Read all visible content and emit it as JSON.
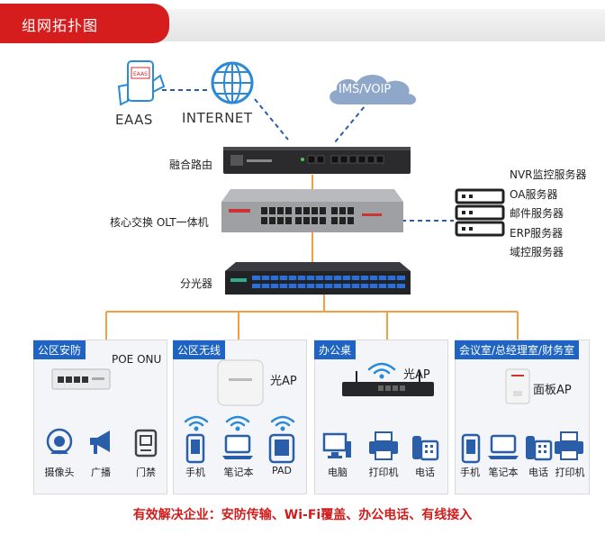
{
  "title": "组网拓扑图",
  "top": {
    "eaas_label": "EAAS",
    "eaas_phone_text": "EAAS",
    "internet_label": "INTERNET",
    "cloud_label": "IMS/VOIP"
  },
  "devices": {
    "router_label": "融合路由",
    "core_label": "核心交换 OLT一体机",
    "splitter_label": "分光器"
  },
  "servers": [
    "NVR监控服务器",
    "OA服务器",
    "邮件服务器",
    "ERP服务器",
    "域控服务器"
  ],
  "zones": [
    {
      "tag": "公区安防",
      "device": "POE ONU",
      "items": [
        "摄像头",
        "广播",
        "门禁"
      ]
    },
    {
      "tag": "公区无线",
      "device": "光AP",
      "items": [
        "手机",
        "笔记本",
        "PAD"
      ]
    },
    {
      "tag": "办公桌",
      "device": "光AP",
      "items": [
        "电脑",
        "打印机",
        "电话"
      ]
    },
    {
      "tag": "会议室/总经理室/财务室",
      "device": "面板AP",
      "items": [
        "手机",
        "笔记本",
        "电话",
        "打印机"
      ]
    }
  ],
  "footer": "有效解决企业：安防传输、Wi-Fi覆盖、办公电话、有线接入",
  "colors": {
    "accent": "#d51d1d",
    "orange_line": "#f0a040",
    "blue": "#1f64c3"
  }
}
